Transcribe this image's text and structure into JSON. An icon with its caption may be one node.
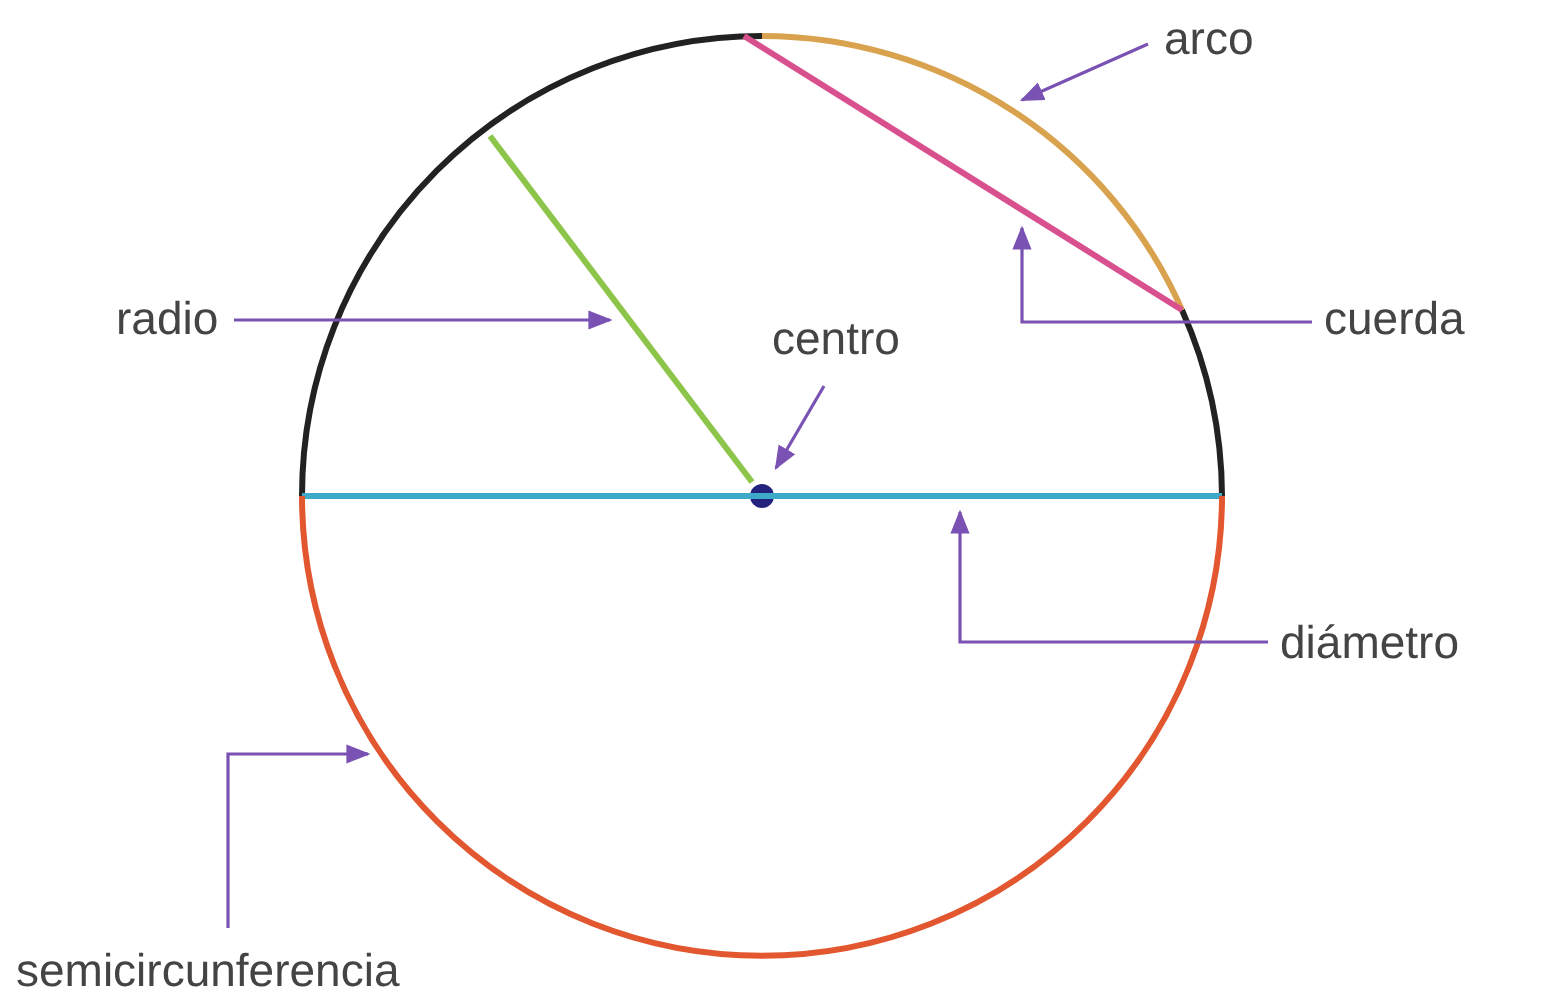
{
  "diagram": {
    "nodes": [
      {
        "text": [
          "arco"
        ]
      },
      {
        "text": [],
        "shape": "arc"
      },
      {
        "text": [
          "radio"
        ]
      },
      {
        "text": [],
        "shape": "line"
      },
      {
        "text": [
          "centro"
        ]
      },
      {
        "text": [],
        "shape": "circle"
      },
      {
        "text": [
          "cuerda"
        ]
      },
      {
        "text": [],
        "shape": "line"
      },
      {
        "text": [
          "diámetro"
        ]
      },
      {
        "text": [],
        "shape": "line"
      },
      {
        "text": [
          "semicircunferencia"
        ]
      },
      {
        "text": [],
        "shape": "arc"
      }
    ],
    "edges": [
      {
        "from": 0,
        "to": 1,
        "arrow": "to"
      },
      {
        "from": 2,
        "to": 3,
        "arrow": "to"
      },
      {
        "from": 4,
        "to": 5,
        "arrow": "to"
      },
      {
        "from": 6,
        "to": 7,
        "arrow": "to"
      },
      {
        "from": 8,
        "to": 9,
        "arrow": "to"
      },
      {
        "from": 10,
        "to": 11,
        "arrow": "to"
      }
    ]
  }
}
